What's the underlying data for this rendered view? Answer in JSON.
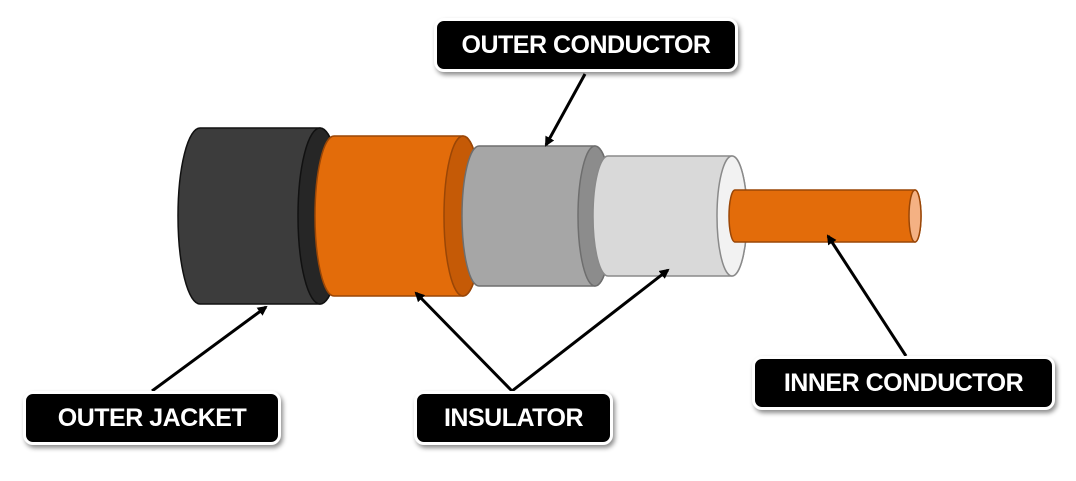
{
  "diagram": {
    "labels": {
      "outer_conductor": "OUTER CONDUCTOR",
      "inner_conductor": "INNER CONDUCTOR",
      "outer_jacket": "OUTER JACKET",
      "insulator": "INSULATOR"
    },
    "colors": {
      "outer_jacket": "#3c3c3c",
      "outer_jacket_rim": "#262626",
      "insulator_outer": "#e36c0a",
      "insulator_outer_rim": "#c55a06",
      "outer_conductor": "#a6a6a6",
      "outer_conductor_rim": "#8c8c8c",
      "insulator_inner": "#d9d9d9",
      "insulator_inner_rim": "#f2f2f2",
      "inner_conductor": "#e36c0a",
      "inner_conductor_end": "#f4b183",
      "label_background": "#000000",
      "label_text": "#ffffff"
    }
  }
}
